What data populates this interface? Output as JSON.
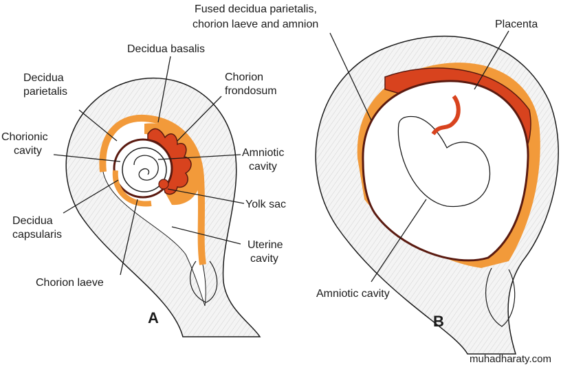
{
  "colors": {
    "tissue": "#f2f2f2",
    "decidua": "#f29a3a",
    "villi": "#d8431e",
    "membrane": "#5a1a10",
    "outline": "#1a1a1a"
  },
  "panel_a": {
    "letter": "A",
    "labels": {
      "decidua_basalis": "Decidua basalis",
      "decidua_parietalis_1": "Decidua",
      "decidua_parietalis_2": "parietalis",
      "chorion_frondosum_1": "Chorion",
      "chorion_frondosum_2": "frondosum",
      "chorionic_cavity_1": "Chorionic",
      "chorionic_cavity_2": "cavity",
      "amniotic_cavity_1": "Amniotic",
      "amniotic_cavity_2": "cavity",
      "yolk_sac": "Yolk sac",
      "decidua_capsularis_1": "Decidua",
      "decidua_capsularis_2": "capsularis",
      "uterine_cavity_1": "Uterine",
      "uterine_cavity_2": "cavity",
      "chorion_laeve": "Chorion laeve"
    }
  },
  "panel_b": {
    "letter": "B",
    "labels": {
      "fused_1": "Fused decidua parietalis,",
      "fused_2": "chorion laeve and amnion",
      "placenta": "Placenta",
      "amniotic_cavity": "Amniotic cavity"
    }
  },
  "watermark": "muhadharaty.com"
}
